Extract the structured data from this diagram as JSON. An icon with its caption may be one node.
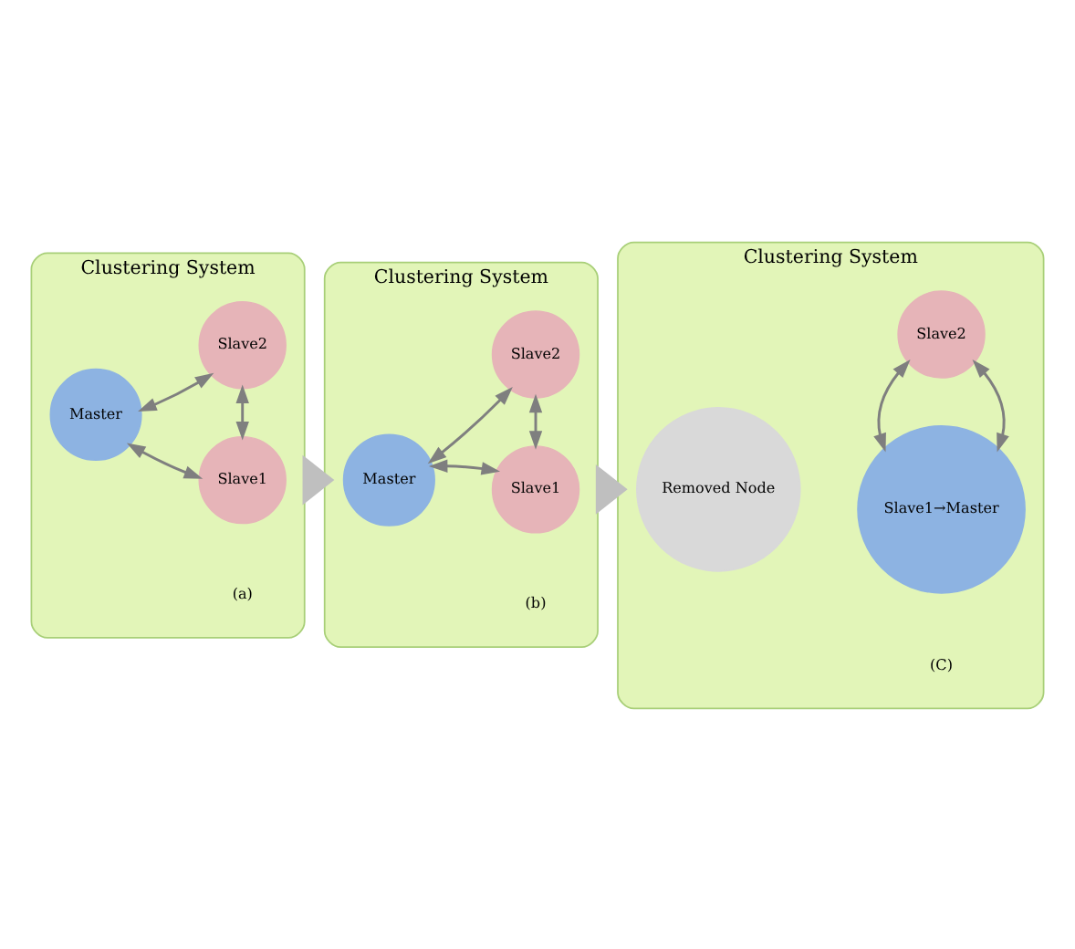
{
  "diagram": {
    "nodes": [
      {
        "text": [
          "Clustering System"
        ],
        "beside": [
          "(a)"
        ]
      },
      {
        "text": [
          "Slave1"
        ],
        "in": 0
      },
      {
        "text": [
          "Master"
        ],
        "in": 0
      },
      {
        "text": [
          "Slave2"
        ],
        "in": 0
      },
      {
        "text": [
          "Clustering System"
        ],
        "beside": [
          "(b)"
        ]
      },
      {
        "text": [
          "Slave1"
        ],
        "in": 4
      },
      {
        "text": [
          "Master"
        ],
        "in": 4
      },
      {
        "text": [
          "Slave2"
        ],
        "in": 4
      },
      {
        "text": [
          "Clustering System"
        ],
        "beside": [
          "(C)"
        ]
      },
      {
        "text": [
          "Slave1→Master"
        ],
        "in": 8
      },
      {
        "text": [
          "Removed Node"
        ],
        "in": 8
      },
      {
        "text": [
          "Slave2"
        ],
        "in": 8
      }
    ],
    "edges": [
      {
        "from": 2,
        "to": 1,
        "arrow": "both"
      },
      {
        "from": 1,
        "to": 3,
        "arrow": "both"
      },
      {
        "from": 2,
        "to": 3,
        "arrow": "both"
      },
      {
        "from": 0,
        "to": 4,
        "arrow": "to",
        "style": "thick",
        "color": "#bfbfbf"
      },
      {
        "from": 5,
        "to": 6,
        "arrow": "both"
      },
      {
        "from": 5,
        "to": 7,
        "arrow": "both"
      },
      {
        "from": 6,
        "to": 7,
        "arrow": "both"
      },
      {
        "from": 4,
        "to": 8,
        "arrow": "to",
        "style": "thick",
        "color": "#bfbfbf"
      },
      {
        "from": 11,
        "to": 9,
        "arrow": "both"
      },
      {
        "from": 9,
        "to": 11,
        "arrow": "both"
      }
    ]
  }
}
